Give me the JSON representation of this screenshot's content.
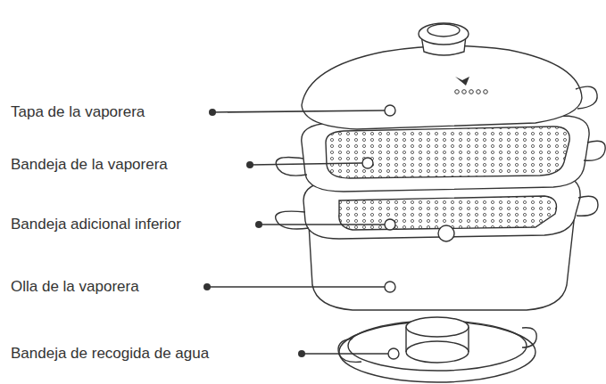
{
  "diagram": {
    "labels": [
      "Tapa de la vaporera",
      "Bandeja de la vaporera",
      "Bandeja adicional inferior",
      "Olla de la vaporera",
      "Bandeja de recogida de agua"
    ]
  }
}
